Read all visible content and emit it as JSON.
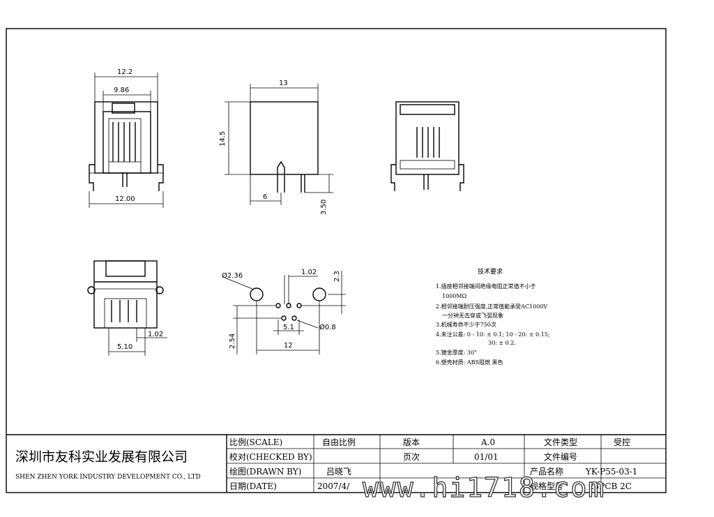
{
  "views": {
    "front": {
      "dim_top": "12.2",
      "dim_inner": "9.86",
      "dim_bottom": "12.00"
    },
    "side": {
      "dim_width": "13",
      "dim_height": "14.5",
      "dim_offset": "6",
      "dim_pin": "3.50"
    },
    "bottom": {
      "dim_pitch": "1.02",
      "dim_span": "5.10"
    },
    "footprint": {
      "dim_hole": "Ø2.36",
      "dim_pitch": "1.02",
      "dim_row": "2.3",
      "dim_pin_span": "5.1",
      "dim_pin_hole": "Ø0.8",
      "dim_row_gap": "2.54",
      "dim_width": "12"
    }
  },
  "tech_notes": {
    "title": "技术要求",
    "lines": [
      "1.插座相邻接端间绝缘电阻正常值不小于",
      "1000MΩ",
      "2.相邻接端耐压强度,正常值能承受AC1000V",
      "一分钟无击穿或飞弧现象",
      "3.机械寿命不少于750次",
      "4.未注公差: 0 - 10: ± 0.1; 10 - 20: ± 0.15;",
      "30: ± 0.2.",
      "5.镀金厚度: 30\"",
      "6.塑壳材质: ABS阻燃  黑色"
    ]
  },
  "title_block": {
    "company_cn": "深圳市友科实业发展有限公司",
    "company_en": "SHEN ZHEN YORK INDUSTRY DEVELOPMENT CO., LTD",
    "scale_label": "比例(SCALE)",
    "scale_value": "自由比例",
    "checked_label": "校对(CHECKED   BY)",
    "checked_value": "",
    "drawn_label": "绘图(DRAWN BY)",
    "drawn_value": "吕晓飞",
    "date_label": "日期(DATE)",
    "date_value": "2007/4/",
    "version_label": "版本",
    "version_value": "A.0",
    "page_label": "页次",
    "page_value": "01/01",
    "doctype_label": "文件类型",
    "doctype_value": "受控",
    "docno_label": "文件编号",
    "docno_value": "",
    "product_label": "产品名称",
    "product_value": "YK-P55-03-1",
    "spec_label": "规格型号",
    "spec_value": "23PCB 2C"
  },
  "watermark": "www.hi1718.com"
}
